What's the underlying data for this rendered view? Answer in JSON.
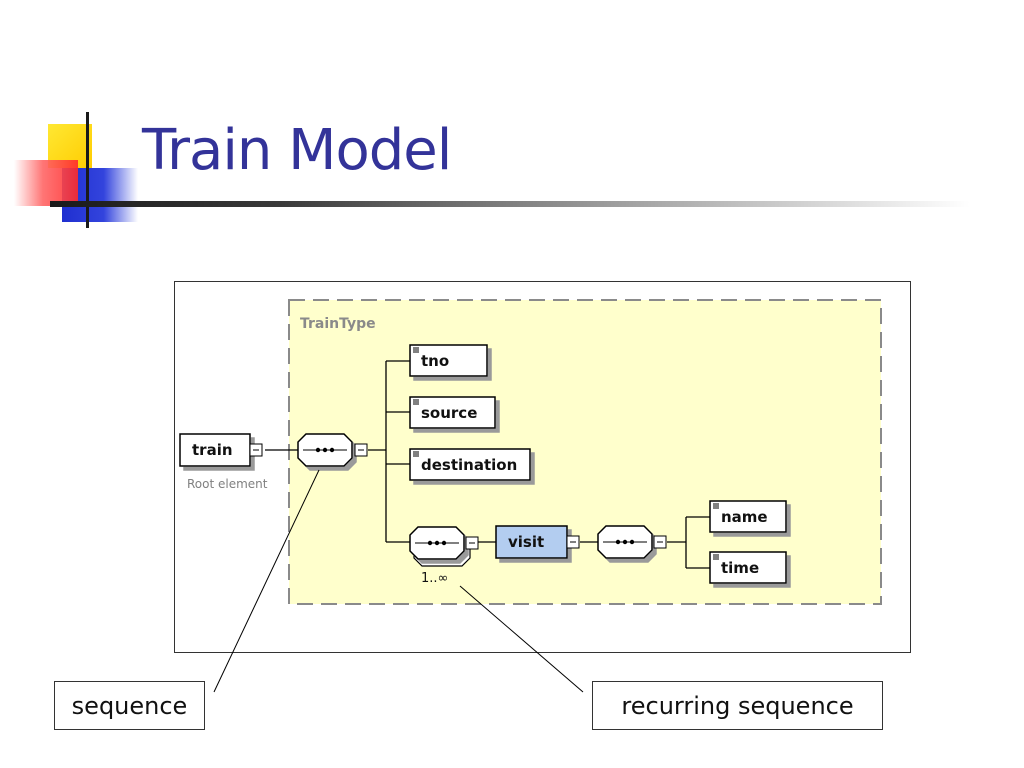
{
  "slide": {
    "title": "Train Model"
  },
  "diagram": {
    "type_name": "TrainType",
    "root": {
      "label": "train",
      "caption": "Root element"
    },
    "elements": {
      "tno": "tno",
      "source": "source",
      "destination": "destination",
      "visit": "visit",
      "name": "name",
      "time": "time"
    },
    "cardinality": "1..∞"
  },
  "callouts": {
    "sequence": "sequence",
    "recurring_sequence": "recurring sequence"
  },
  "colors": {
    "title": "#333399",
    "type_box_fill": "#ffffcc",
    "visit_fill": "#b3cdf0",
    "deco_yellow": "#ffd700",
    "deco_red": "#ff3333",
    "deco_blue": "#2233cc"
  }
}
